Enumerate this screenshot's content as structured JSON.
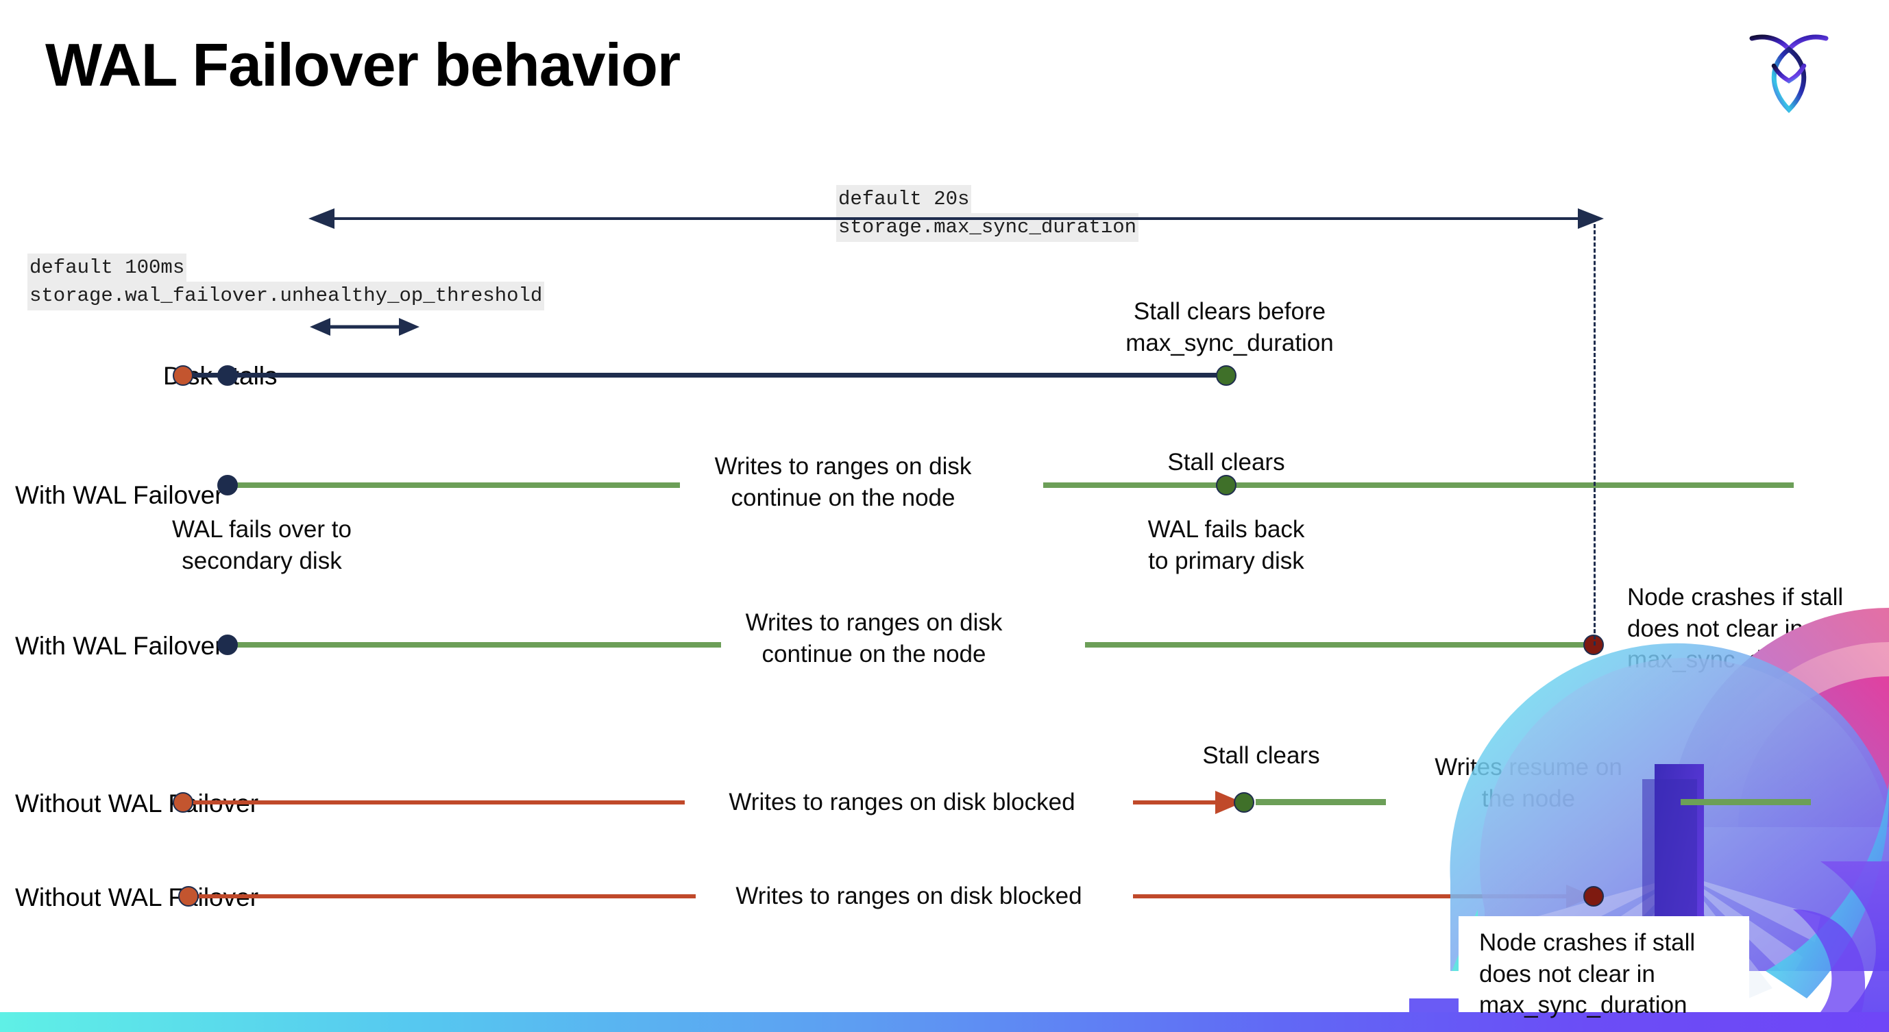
{
  "slide": {
    "title": "WAL Failover behavior",
    "logo_name": "cockroachdb-logo"
  },
  "settings": {
    "max_sync": {
      "default_label": "default 20s",
      "setting_name": "storage.max_sync_duration"
    },
    "unhealthy_op": {
      "default_label": "default 100ms",
      "setting_name": "storage.wal_failover.unhealthy_op_threshold"
    }
  },
  "rows": [
    {
      "label": "Disk stalls",
      "annotations": [
        "Stall clears before\nmax_sync_duration"
      ]
    },
    {
      "label": "With WAL Failover",
      "annotations": [
        "WAL fails over to\nsecondary disk",
        "Writes to ranges on disk\ncontinue on the node",
        "Stall clears",
        "WAL fails  back\nto primary disk"
      ]
    },
    {
      "label": "With WAL Failover",
      "annotations": [
        "Writes to ranges on disk\ncontinue on the node",
        "Node crashes if stall\ndoes not clear in\nmax_sync_duration"
      ]
    },
    {
      "label": "Without WAL Failover",
      "annotations": [
        "Writes to ranges on disk  blocked",
        "Stall clears",
        "Writes resume on\nthe node"
      ]
    },
    {
      "label": "Without WAL Failover",
      "annotations": [
        "Writes to ranges on disk  blocked",
        "Node crashes if stall\ndoes not clear in\nmax_sync_duration"
      ]
    }
  ],
  "colors": {
    "navy": "#1f2d4e",
    "green_line": "#6c9f58",
    "green_dot": "#3f7029",
    "orange_line": "#c0492a",
    "orange_dot": "#c3552f",
    "dark_red_dot": "#7e1a10",
    "code_bg": "#ececec",
    "bar_start": "#5ff0e6",
    "bar_end": "#6f46f7"
  }
}
